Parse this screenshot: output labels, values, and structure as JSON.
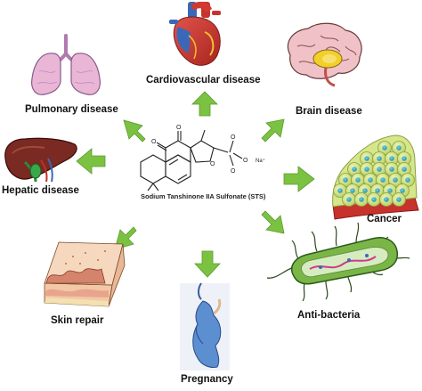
{
  "center": {
    "compound_label": "Sodium Tanshinone IIA Sulfonate (STS)",
    "na_label": "Na⁺",
    "o_label": "O"
  },
  "nodes": [
    {
      "id": "cardiovascular",
      "label": "Cardiovascular disease",
      "icon": "heart-icon"
    },
    {
      "id": "brain",
      "label": "Brain disease",
      "icon": "brain-icon"
    },
    {
      "id": "cancer",
      "label": "Cancer",
      "icon": "cancer-cells-icon"
    },
    {
      "id": "antibacteria",
      "label": "Anti-bacteria",
      "icon": "bacterium-icon"
    },
    {
      "id": "pregnancy",
      "label": "Pregnancy",
      "icon": "pregnant-woman-icon"
    },
    {
      "id": "skin",
      "label": "Skin repair",
      "icon": "skin-layers-icon"
    },
    {
      "id": "hepatic",
      "label": "Hepatic disease",
      "icon": "liver-icon"
    },
    {
      "id": "pulmonary",
      "label": "Pulmonary disease",
      "icon": "lungs-icon"
    }
  ],
  "colors": {
    "arrow": "#7cc242",
    "arrow_stroke": "#5a9a2c",
    "heart_red": "#c8322c",
    "vessel_blue": "#3a68b8",
    "brain_pink": "#f0c2c8",
    "lung_pink": "#e9b6d6",
    "liver_brown": "#7a2a22",
    "cancer_green": "#c9dc74",
    "bacteria_green": "#7ab547",
    "dress_blue": "#5b8fd0",
    "skin_tan": "#f4d0ad"
  }
}
